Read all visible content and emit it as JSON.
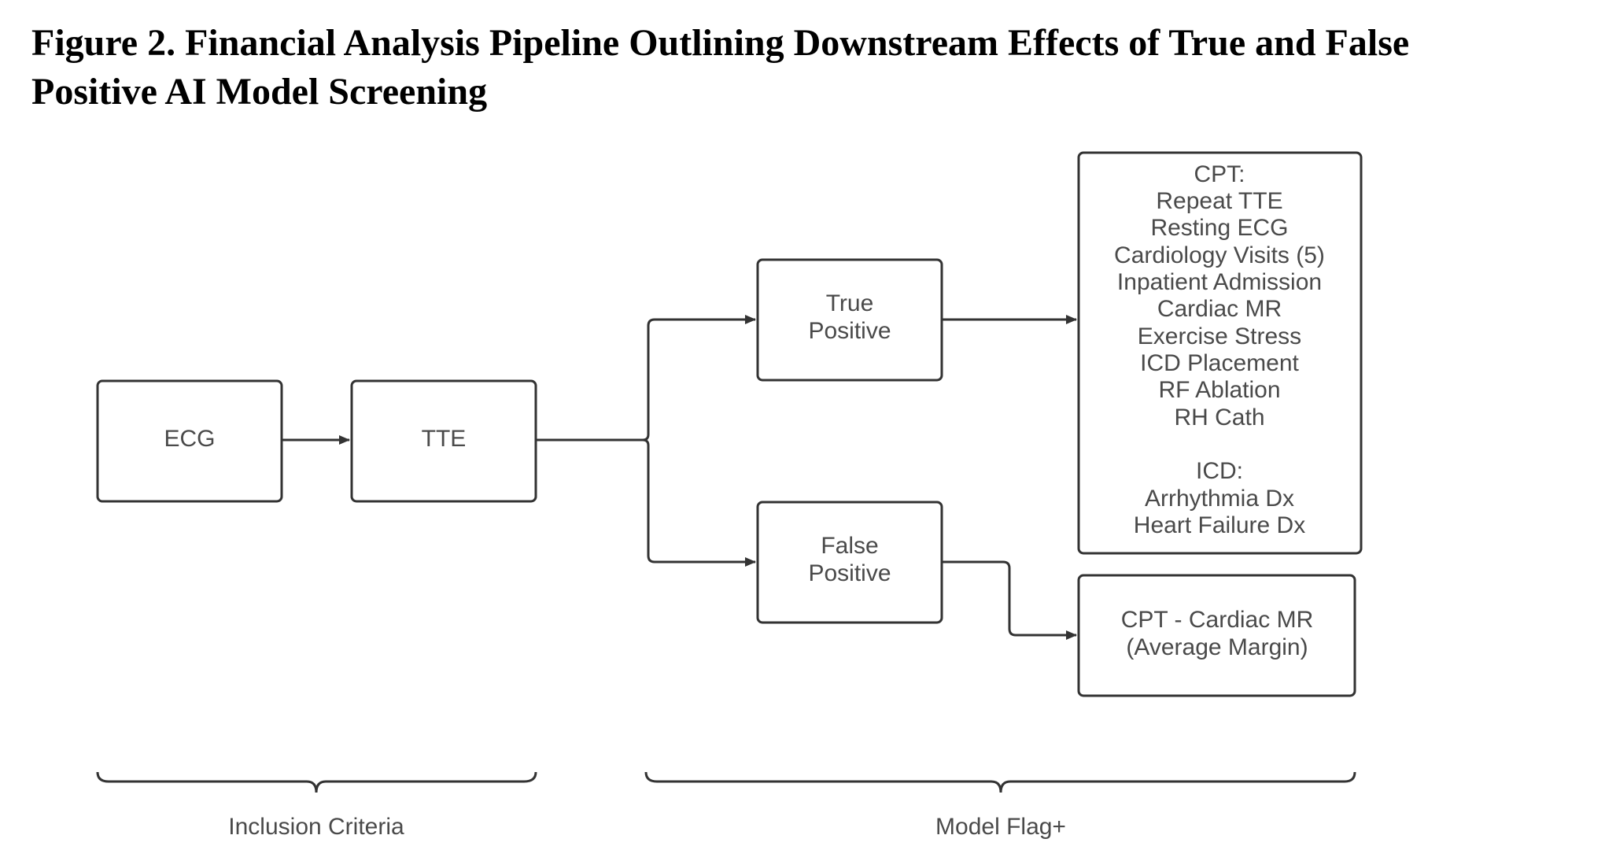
{
  "figure": {
    "title_line1": "Figure 2. Financial Analysis Pipeline Outlining Downstream Effects of True and False",
    "title_line2": "Positive AI Model Screening"
  },
  "nodes": {
    "ecg": {
      "label": "ECG"
    },
    "tte": {
      "label": "TTE"
    },
    "true_positive": {
      "lines": [
        "True",
        "Positive"
      ]
    },
    "false_positive": {
      "lines": [
        "False",
        "Positive"
      ]
    },
    "true_positive_outcomes": {
      "lines": [
        "CPT:",
        "Repeat TTE",
        "Resting ECG",
        "Cardiology Visits (5)",
        "Inpatient Admission",
        "Cardiac MR",
        "Exercise Stress",
        "ICD Placement",
        "RF Ablation",
        "RH Cath",
        "",
        "ICD:",
        "Arrhythmia Dx",
        "Heart Failure Dx"
      ]
    },
    "false_positive_outcomes": {
      "lines": [
        "CPT - Cardiac MR",
        "(Average Margin)"
      ]
    }
  },
  "groups": {
    "inclusion_criteria": "Inclusion Criteria",
    "model_flag": "Model Flag+"
  },
  "colors": {
    "stroke": "#333333",
    "text": "#4a4a4a",
    "title": "#000000"
  }
}
